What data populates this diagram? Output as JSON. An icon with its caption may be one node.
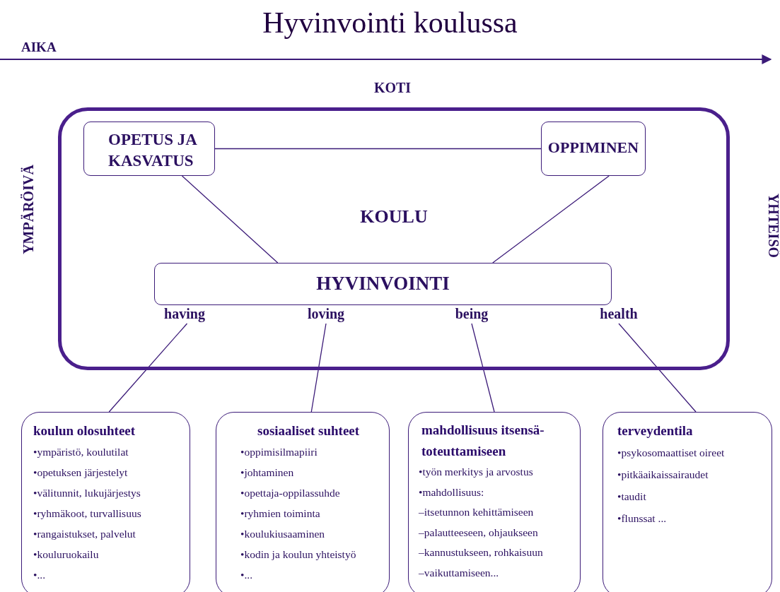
{
  "diagram": {
    "title": "Hyvinvointi koulussa",
    "nodes": [
      {
        "text": [
          "KOULU"
        ]
      },
      {
        "text": [
          "OPETUS JA KASVATUS"
        ],
        "in": 0
      },
      {
        "text": [
          "OPPIMINEN"
        ],
        "in": 0
      },
      {
        "text": [
          "HYVINVOINTI"
        ],
        "in": 0
      },
      {
        "text": [
          "having"
        ],
        "in": 0
      },
      {
        "text": [
          "loving"
        ],
        "in": 0
      },
      {
        "text": [
          "being"
        ],
        "in": 0
      },
      {
        "text": [
          "health"
        ],
        "in": 0
      },
      {
        "text": [
          "koulun olosuhteet",
          "•ympäristö, koulutilat",
          "•opetuksen järjestelyt",
          "•välitunnit, lukujärjestys",
          "•ryhmäkoot, turvallisuus",
          "•rangaistukset, palvelut",
          "•kouluruokailu",
          "•..."
        ]
      },
      {
        "text": [
          "sosiaaliset suhteet",
          "•oppimisilmapiiri",
          "•johtaminen",
          "•opettaja-oppilassuhde",
          "•ryhmien toiminta",
          "•koulukiusaaminen",
          "•kodin ja koulun yhteistyö",
          "•..."
        ]
      },
      {
        "text": [
          "mahdollisuus itsensä-toteuttamiseen",
          "•työn merkitys ja arvostus",
          "•mahdollisuus:",
          "–itsetunnon kehittämiseen",
          "–palautteeseen, ohjaukseen",
          "–kannustukseen, rohkaisuun",
          "–vaikuttamiseen..."
        ]
      },
      {
        "text": [
          "terveydentila",
          "•psykosomaattiset oireet",
          "•pitkäaikaissairaudet",
          "•taudit",
          "•flunssat ..."
        ]
      }
    ],
    "edges": [
      {
        "from": 1,
        "to": 2,
        "arrow": "none"
      },
      {
        "from": 1,
        "to": 3,
        "arrow": "none"
      },
      {
        "from": 2,
        "to": 3,
        "arrow": "none"
      },
      {
        "from": 4,
        "to": 8,
        "arrow": "none"
      },
      {
        "from": 5,
        "to": 9,
        "arrow": "none"
      },
      {
        "from": 6,
        "to": 10,
        "arrow": "none"
      },
      {
        "from": 7,
        "to": 11,
        "arrow": "none"
      }
    ],
    "labels": [
      "AIKA",
      "KOTI",
      "YMPÄRÖIVÄ",
      "YHTEISÖ"
    ]
  }
}
